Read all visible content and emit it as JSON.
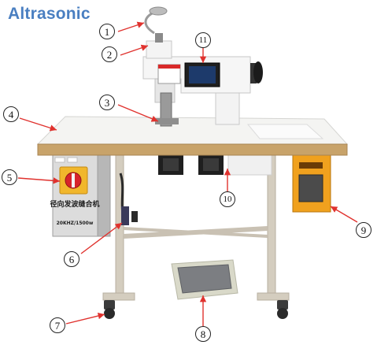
{
  "brand": {
    "text": "Altrasonic",
    "color": "#4a7fc1"
  },
  "colors": {
    "arrow": "#e0322e",
    "table_top": "#f4f4f2",
    "table_edge": "#c8a36a",
    "frame": "#d4cdbf",
    "panel_orange": "#f0a11e",
    "panel_gray": "#8c8c8c"
  },
  "box_text": {
    "line1": "径向发波缝合机",
    "line2": "20KHZ/1500w"
  },
  "callouts": [
    {
      "id": "1",
      "label": "1"
    },
    {
      "id": "2",
      "label": "2"
    },
    {
      "id": "3",
      "label": "3"
    },
    {
      "id": "4",
      "label": "4"
    },
    {
      "id": "5",
      "label": "5"
    },
    {
      "id": "6",
      "label": "6"
    },
    {
      "id": "7",
      "label": "7"
    },
    {
      "id": "8",
      "label": "8"
    },
    {
      "id": "9",
      "label": "9"
    },
    {
      "id": "10",
      "label": "10"
    },
    {
      "id": "11",
      "label": "11"
    }
  ]
}
